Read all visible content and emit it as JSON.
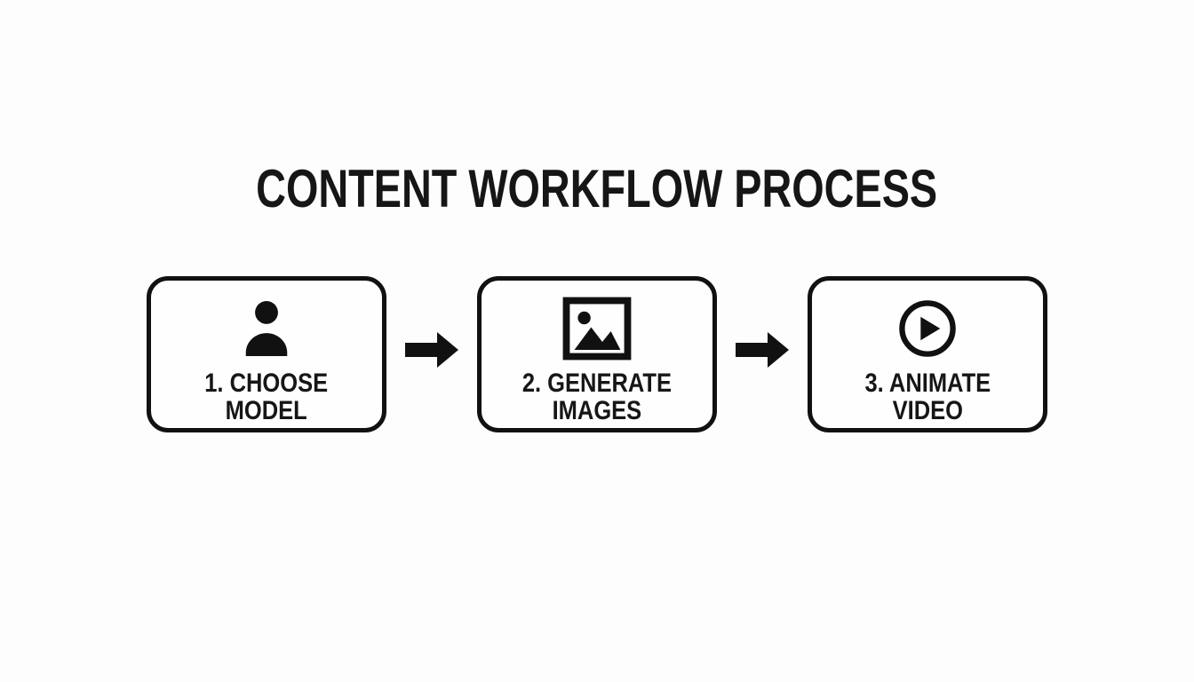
{
  "title": "CONTENT WORKFLOW PROCESS",
  "steps": [
    {
      "line1": "1. CHOOSE",
      "line2": "MODEL",
      "icon": "person-icon"
    },
    {
      "line1": "2. GENERATE",
      "line2": "IMAGES",
      "icon": "image-icon"
    },
    {
      "line1": "3. ANIMATE",
      "line2": "VIDEO",
      "icon": "play-circle-icon"
    }
  ],
  "connectors": [
    {
      "type": "arrow-right"
    },
    {
      "type": "arrow-right"
    }
  ],
  "colors": {
    "ink": "#111111",
    "background": "#fdfdfd"
  }
}
